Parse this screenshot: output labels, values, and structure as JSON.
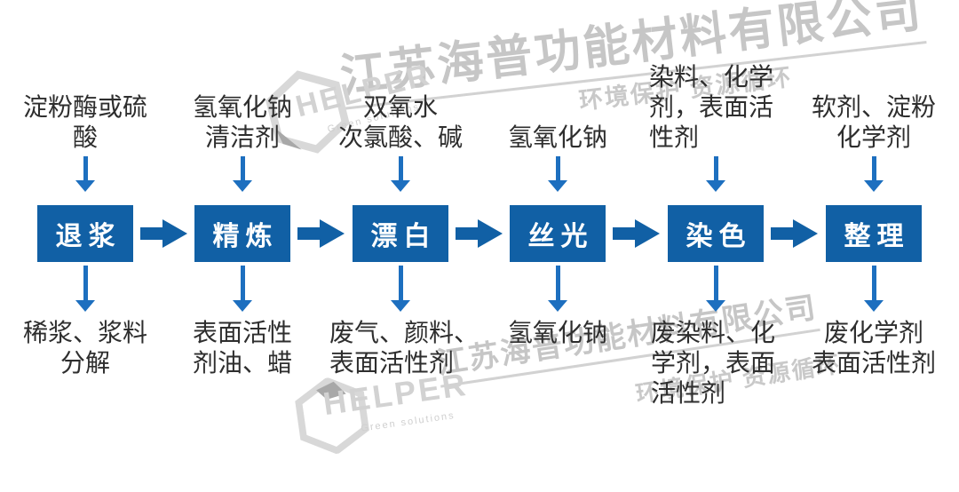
{
  "diagram": {
    "steps": [
      {
        "name": "退浆",
        "input": "淀粉酶或硫\n酸",
        "output": "稀浆、浆料\n分解"
      },
      {
        "name": "精炼",
        "input": "氢氧化钠\n清洁剂",
        "output": "表面活性\n剂油、蜡"
      },
      {
        "name": "漂白",
        "input": "双氧水\n次氯酸、碱",
        "output": "废气、颜料、\n表面活性剂"
      },
      {
        "name": "丝光",
        "input": "氢氧化钠",
        "output": "氢氧化钠"
      },
      {
        "name": "染色",
        "input": "染料、化学\n剂，表面活\n性剂",
        "output": "废染料、化\n学剂，表面\n活性剂"
      },
      {
        "name": "整理",
        "input": "软剂、淀粉\n化学剂",
        "output": "废化学剂\n表面活性剂"
      }
    ]
  },
  "watermark": {
    "company": "江苏海普功能材料有限公司",
    "slogan": "环境保护 资源循环",
    "logo_text": "HELPER",
    "logo_subtext": "Green solutions"
  },
  "icons": {
    "down_arrow": "▼",
    "flow_arrow": "►",
    "hexagon": "⬡"
  },
  "colors": {
    "box_blue": "#1160a5",
    "arrow_blue": "#1d6fbf",
    "text_dark": "#2e2e2e",
    "watermark_gray": "#c6c6c6"
  }
}
